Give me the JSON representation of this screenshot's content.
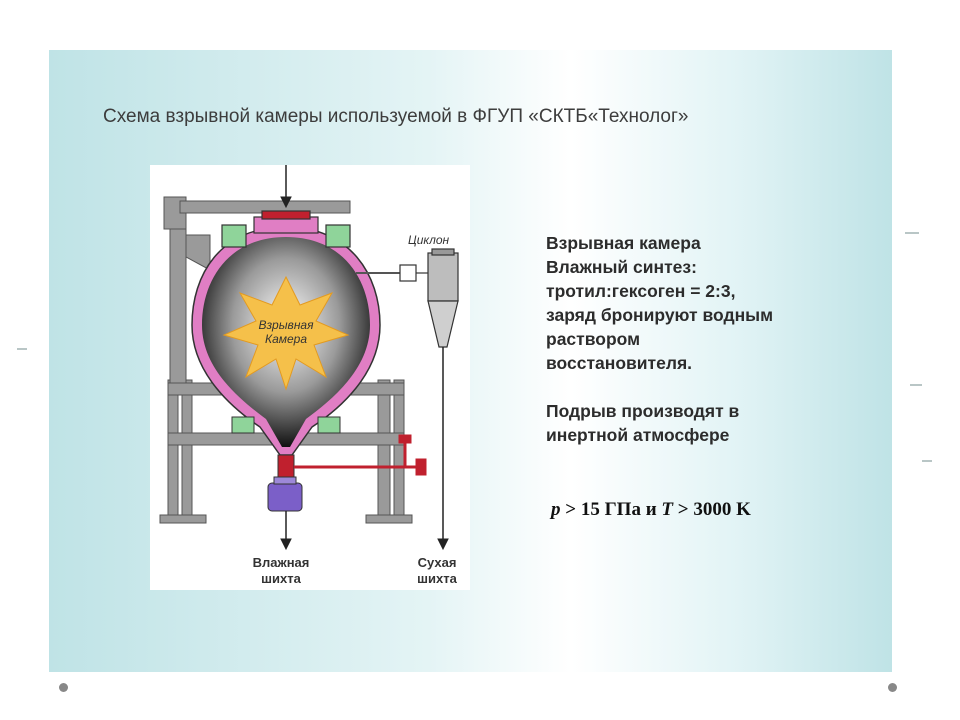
{
  "slide": {
    "title": "Схема взрывной камеры используемой в ФГУП «СКТБ«Технолог»",
    "bg_colors": [
      "#bfe3e6",
      "#ffffff"
    ]
  },
  "diagram": {
    "chamber_label_line1": "Взрывная",
    "chamber_label_line2": "Камера",
    "cyclone_label": "Циклон",
    "wet_label_line1": "Влажная",
    "wet_label_line2": "шихта",
    "dry_label_line1": "Сухая",
    "dry_label_line2": "шихта",
    "colors": {
      "shell": "#e07ec4",
      "flash": "#f5c04a",
      "pipe": "#c0202e",
      "frame": "#8c8c8c",
      "collector": "#7b5fc8",
      "fitting": "#8fd49a"
    }
  },
  "description": {
    "line1": "Взрывная камера",
    "line2": "Влажный синтез:",
    "line3": "тротил:гексоген = 2:3,",
    "line4": "заряд бронируют водным",
    "line5": "раствором",
    "line6": "восстановителя.",
    "line7": "Подрыв производят в",
    "line8": "инертной атмосфере"
  },
  "formula": {
    "p": "p",
    "gt1": " > ",
    "p_value": "15 ГПа",
    "and": " и ",
    "t": "T",
    "gt2": " > ",
    "t_value": "3000 K"
  }
}
